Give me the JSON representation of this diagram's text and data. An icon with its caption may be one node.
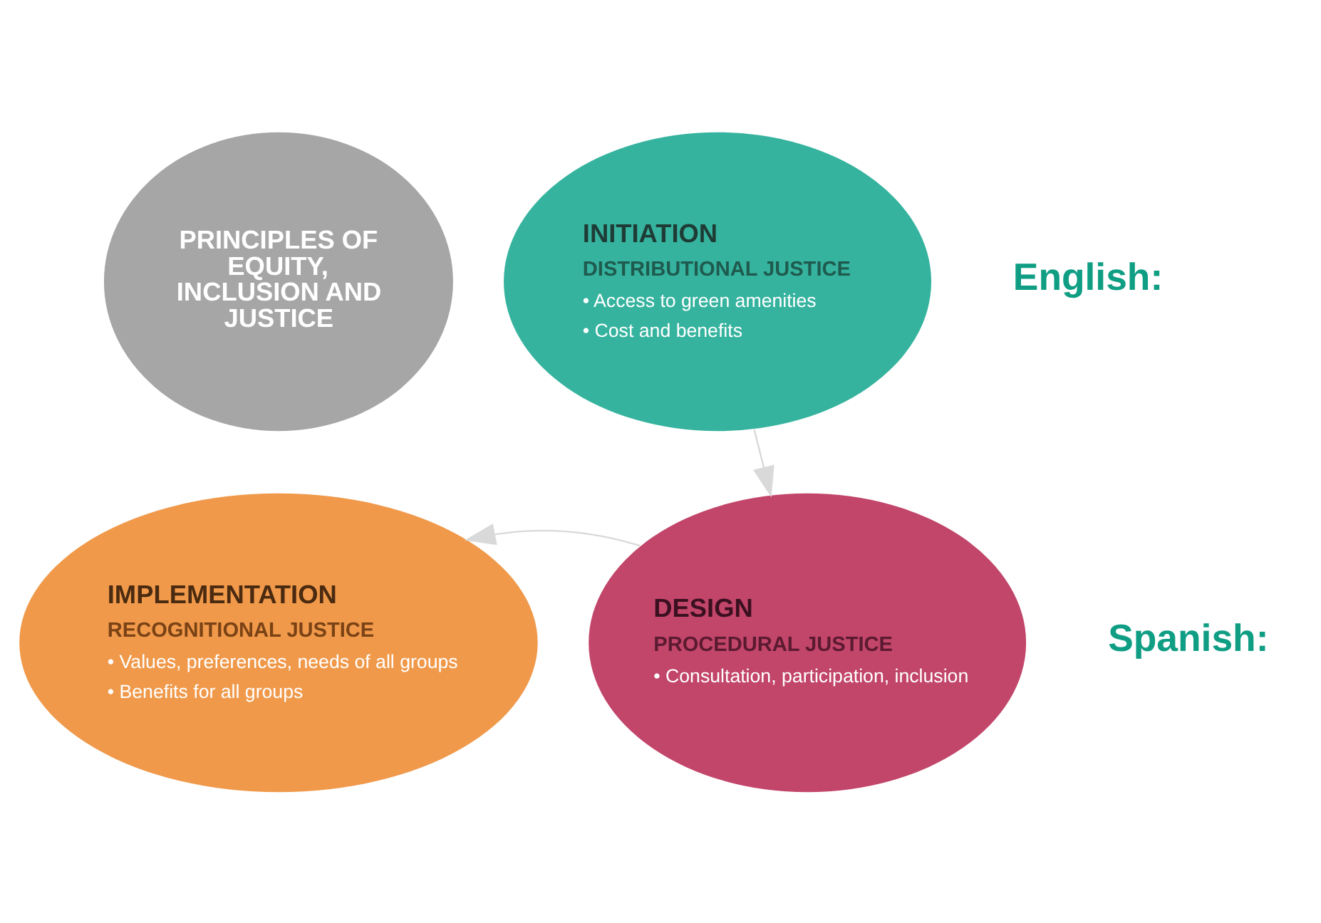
{
  "diagram": {
    "nodes": [
      {
        "text": [
          "PRINCIPLES OF EQUITY, INCLUSION AND JUSTICE"
        ]
      },
      {
        "text": [
          "INITIATION",
          "DISTRIBUTIONAL JUSTICE",
          "• Access to green amenities",
          "• Cost and benefits"
        ]
      },
      {
        "text": [
          "DESIGN",
          "PROCEDURAL JUSTICE",
          "• Consultation, participation, inclusion"
        ]
      },
      {
        "text": [
          "IMPLEMENTATION",
          "RECOGNITIONAL JUSTICE",
          "• Values, preferences, needs of all groups",
          "• Benefits for all groups"
        ]
      }
    ],
    "edges": [
      {
        "from": 1,
        "to": 2,
        "arrow": "to"
      },
      {
        "from": 2,
        "to": 3,
        "arrow": "to"
      }
    ],
    "labels": [
      "English:",
      "Spanish:"
    ]
  }
}
